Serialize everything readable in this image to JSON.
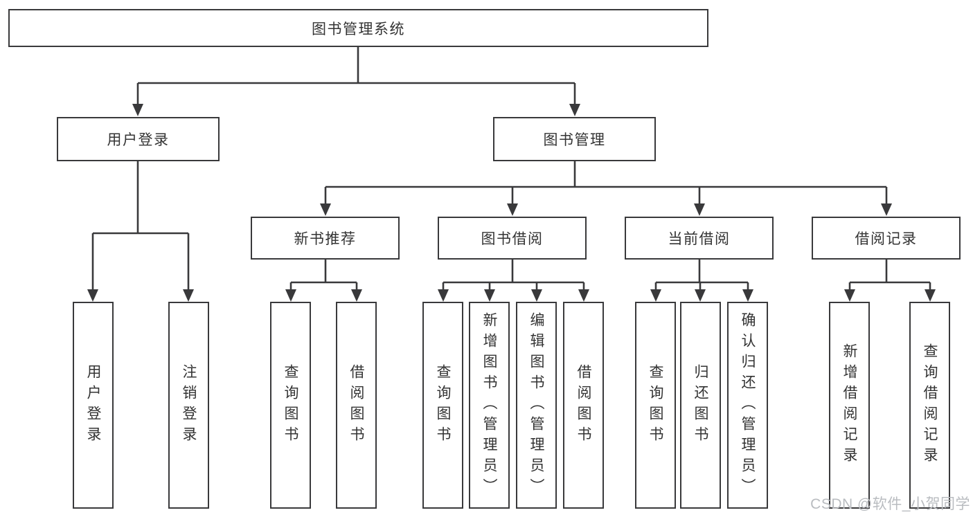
{
  "tree": {
    "root": "图书管理系统",
    "branches": [
      {
        "label": "用户登录",
        "children": [
          {
            "label": "用户登录"
          },
          {
            "label": "注销登录"
          }
        ]
      },
      {
        "label": "图书管理",
        "children": [
          {
            "label": "新书推荐",
            "children": [
              {
                "label": "查询图书"
              },
              {
                "label": "借阅图书"
              }
            ]
          },
          {
            "label": "图书借阅",
            "children": [
              {
                "label": "查询图书"
              },
              {
                "label": "新增图书（管理员）"
              },
              {
                "label": "编辑图书（管理员）"
              },
              {
                "label": "借阅图书"
              }
            ]
          },
          {
            "label": "当前借阅",
            "children": [
              {
                "label": "查询图书"
              },
              {
                "label": "归还图书"
              },
              {
                "label": "确认归还（管理员）"
              }
            ]
          },
          {
            "label": "借阅记录",
            "children": [
              {
                "label": "新增借阅记录"
              },
              {
                "label": "查询借阅记录"
              }
            ]
          }
        ]
      }
    ]
  },
  "watermark": "CSDN @软件_小贺同学",
  "colors": {
    "line": "#39393b",
    "text": "#333333",
    "box_background": "#ffffff",
    "page_background": "#ffffff",
    "watermark": "#b9bcc0"
  }
}
